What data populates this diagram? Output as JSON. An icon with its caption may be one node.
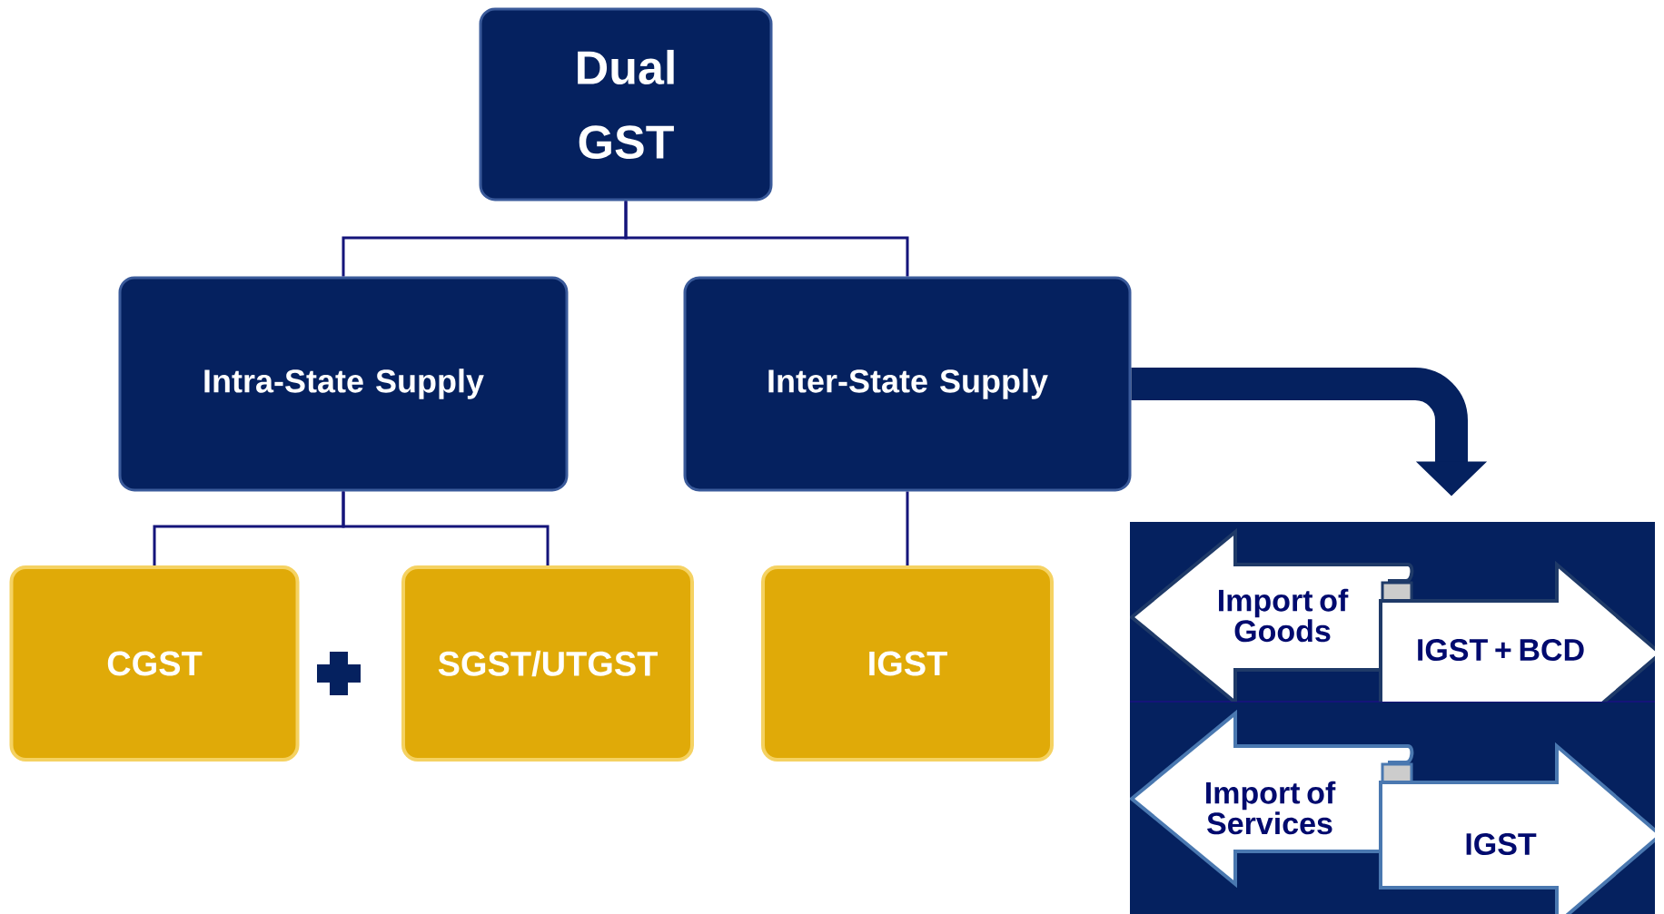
{
  "diagram": {
    "nodes": [
      {
        "text": [
          "Dual GST"
        ]
      },
      {
        "text": [
          "Intra-State Supply"
        ]
      },
      {
        "text": [
          "Inter-State Supply"
        ]
      },
      {
        "text": [
          "CGST"
        ]
      },
      {
        "text": [
          "SGST/UTGST"
        ]
      },
      {
        "text": [
          "IGST"
        ]
      },
      {
        "text": [],
        "shape": "box"
      },
      {
        "text": [
          "Import of Goods"
        ],
        "in": 6
      },
      {
        "text": [
          "IGST + BCD"
        ],
        "in": 6
      },
      {
        "text": [
          "Import of Services"
        ],
        "in": 6
      },
      {
        "text": [
          "IGST"
        ],
        "in": 6
      }
    ],
    "edges": [
      {
        "from": 0,
        "to": 1,
        "arrow": "none"
      },
      {
        "from": 0,
        "to": 2,
        "arrow": "none"
      },
      {
        "from": 1,
        "to": 3,
        "arrow": "none"
      },
      {
        "from": 1,
        "to": 4,
        "arrow": "none"
      },
      {
        "from": 2,
        "to": 5,
        "arrow": "none"
      },
      {
        "from": 2,
        "to": 6,
        "arrow": "to",
        "style": "thick"
      }
    ]
  }
}
